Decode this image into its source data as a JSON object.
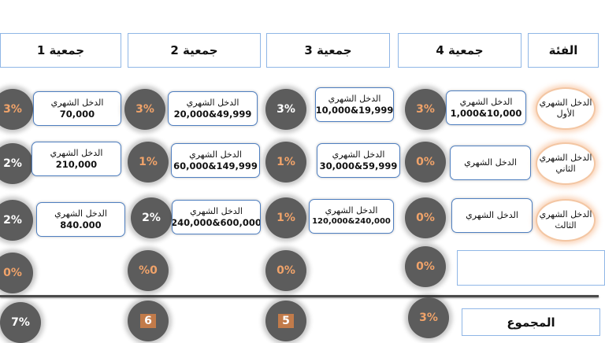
{
  "headers": [
    "جمعية 1",
    "جمعية 2",
    "جمعية 3",
    "جمعية 4",
    "الفئة"
  ],
  "rows": [
    {
      "label": "الدخل الشهري",
      "sublabel": "الأول",
      "cells": [
        {
          "pct": "3%",
          "range": "70,000"
        },
        {
          "pct": "3%",
          "range": "20,000&49,999"
        },
        {
          "pct": "3%",
          "range": "10,000&19,999"
        },
        {
          "pct": "3%",
          "range": "1,000&10,000"
        }
      ]
    },
    {
      "label": "الدخل الشهري",
      "sublabel": "الثاني",
      "cells": [
        {
          "pct": "2%",
          "range": "210,000"
        },
        {
          "pct": "1%",
          "range": "60,000&149,999"
        },
        {
          "pct": "1%",
          "range": "30,000&59,999"
        },
        {
          "pct": "0%",
          "range": ""
        }
      ]
    },
    {
      "label": "الدخل الشهري",
      "sublabel": "الثالث",
      "cells": [
        {
          "pct": "2%",
          "range": "840.000"
        },
        {
          "pct": "2%",
          "range": "240,000&600,000"
        },
        {
          "pct": "1%",
          "range": "120,000&240,000"
        },
        {
          "pct": "0%",
          "range": ""
        }
      ]
    }
  ],
  "row4": [
    "0%",
    "%0",
    "0%",
    "0%"
  ],
  "totals": [
    "7%",
    "6",
    "5",
    "3%"
  ],
  "total_label": "المجموع"
}
